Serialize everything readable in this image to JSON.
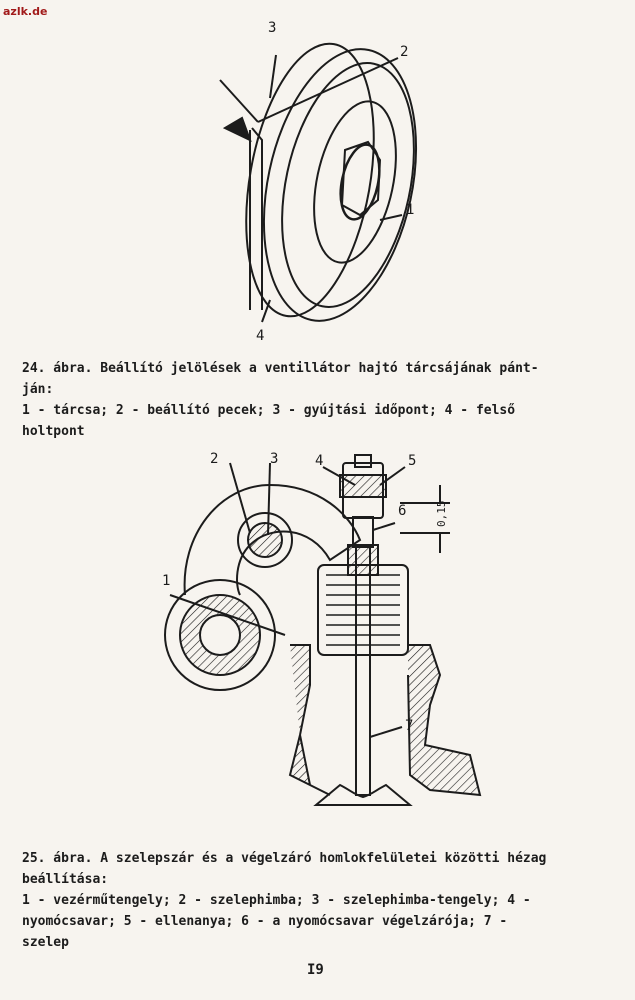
{
  "watermark": "azlk.de",
  "figure24": {
    "labels": [
      "1",
      "2",
      "3",
      "4"
    ],
    "caption_lines": [
      "24. ábra. Beállító jelölések a ventillátor hajtó tárcsájának pánt-",
      "ján:",
      "1 - tárcsa; 2 - beállító pecek; 3 - gyújtási időpont; 4 - felső",
      "holtpont"
    ]
  },
  "figure25": {
    "labels": [
      "1",
      "2",
      "3",
      "4",
      "5",
      "6",
      "7"
    ],
    "gap_label": "0,15",
    "caption_lines": [
      "25. ábra. A szelepszár és a végelzáró homlokfelületei közötti hézag",
      "beállítása:",
      "1 - vezérműtengely; 2 - szelephimba; 3 - szelephimba-tengely; 4 -",
      "nyomócsavar; 5 - ellenanya; 6 - a nyomócsavar végelzárója; 7 -",
      "szelep"
    ]
  },
  "page_number": "I9"
}
